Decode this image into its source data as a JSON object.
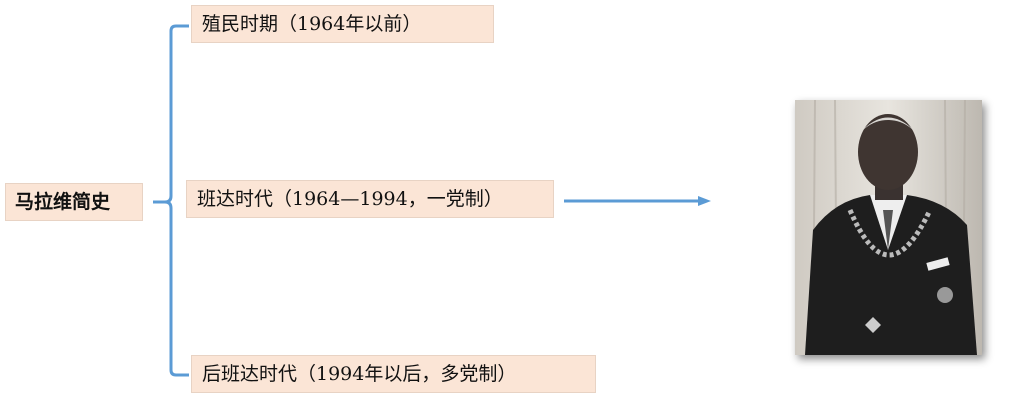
{
  "root": {
    "label": "马拉维简史"
  },
  "branches": [
    {
      "label": "殖民时期（1964年以前）"
    },
    {
      "label": "班达时代（1964—1994，一党制）"
    },
    {
      "label": "后班达时代（1994年以后，多党制）"
    }
  ],
  "colors": {
    "connector": "#5b9bd5",
    "box_fill": "#fbe5d6"
  }
}
